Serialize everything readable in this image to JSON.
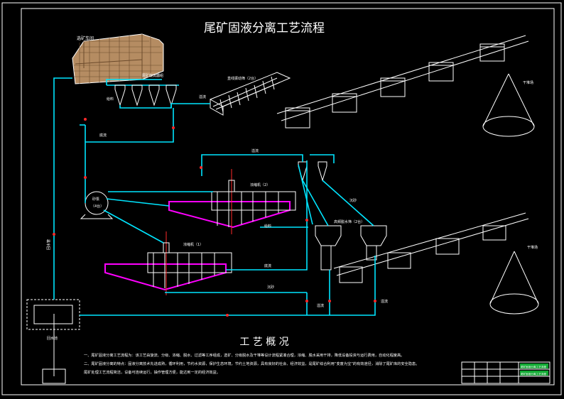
{
  "title": "尾矿固液分离工艺流程",
  "summary_heading": "工 艺 概 况",
  "summary_lines": [
    "一、尾矿固液分离工艺流程为：该工艺由旋流、分级、浓缩、脱水、过滤等工序组成，选矿、分级脱水及干堆等设计流程紧凑合理，浓缩、脱水采用干排，降低设备投资与运行费用，自动化程度高。",
    "二、尾矿固液分离的特点：固液分离技术先进成熟，循环利用，节约水资源，保护生态环境，节约土地资源，具有良好的社会、经济效益，是尾矿综合利用“变废为宝”的有效途径，消除了尾矿库的安全隐患。",
    "尾矿处理工艺流程简洁，设备可连续运行，操作管理方便，能达到一定的经济效益。"
  ],
  "labels": {
    "plant": "选矿车间",
    "cyclone_group": "尾矿旋流器组",
    "screen": "直线振动筛（2台）",
    "thickener1": "浓缩机（1）",
    "thickener2": "浓缩机（2）",
    "pump": "砂泵",
    "pump_count": "（4台）",
    "dewater_screen": "高频脱水筛（2台）",
    "sump": "回水池",
    "pile1": "干堆场",
    "pile2": "干堆场",
    "pipe_backwater": "回水管",
    "tag_overflow": "溢流",
    "tag_underflow": "底流",
    "tag_feed": "给料",
    "tag_sand": "沉砂"
  },
  "title_block": {
    "row1": "尾矿固液分离工艺流程",
    "row2": "尾矿固液分离工艺流程"
  }
}
